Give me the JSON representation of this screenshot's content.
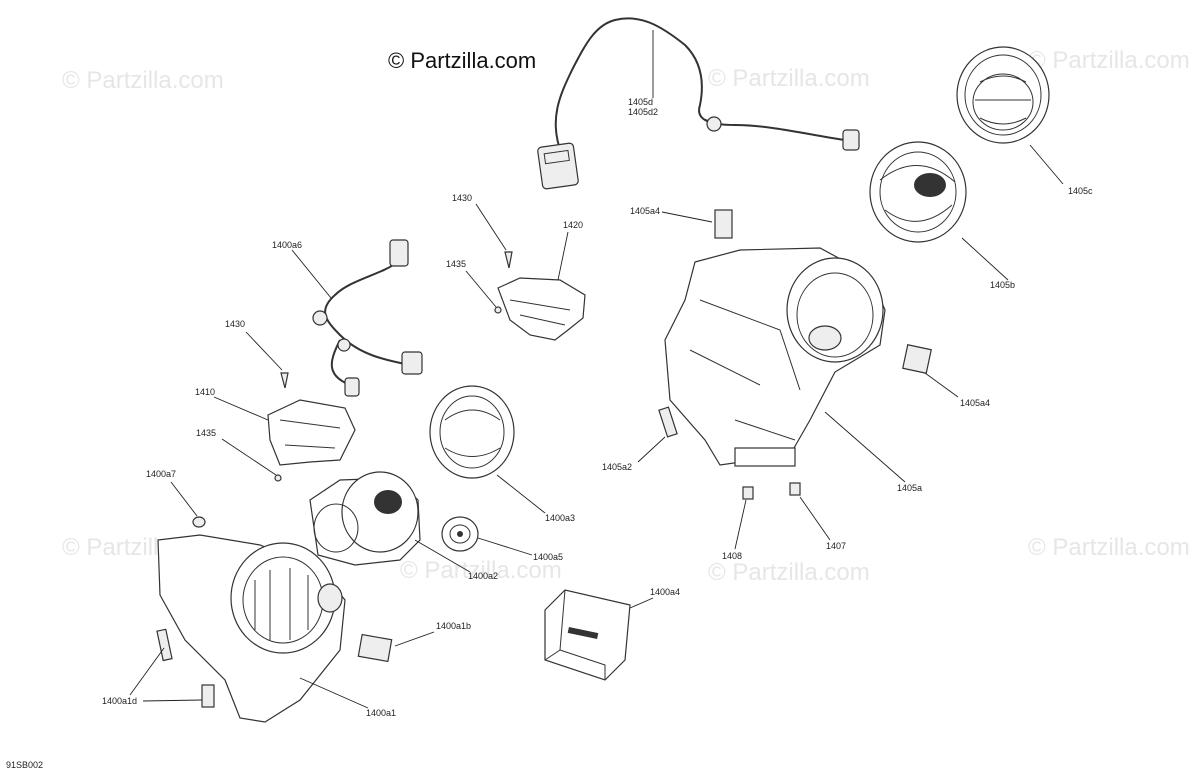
{
  "copyright": "© Partzilla.com",
  "watermark": "© Partzilla.com",
  "diagram_code": "91SB002",
  "callouts": {
    "c1405d": "1405d",
    "c1405d2": "1405d2",
    "c1405c": "1405c",
    "c1405b": "1405b",
    "c1405a4_top": "1405a4",
    "c1405a4_right": "1405a4",
    "c1405a": "1405a",
    "c1405a2": "1405a2",
    "c1407": "1407",
    "c1408": "1408",
    "c1430_top": "1430",
    "c1420": "1420",
    "c1435_top": "1435",
    "c1400a6": "1400a6",
    "c1430_left": "1430",
    "c1410": "1410",
    "c1435_left": "1435",
    "c1400a7": "1400a7",
    "c1400a3": "1400a3",
    "c1400a5": "1400a5",
    "c1400a2": "1400a2",
    "c1400a4": "1400a4",
    "c1400a1b": "1400a1b",
    "c1400a1d": "1400a1d",
    "c1400a1": "1400a1"
  }
}
